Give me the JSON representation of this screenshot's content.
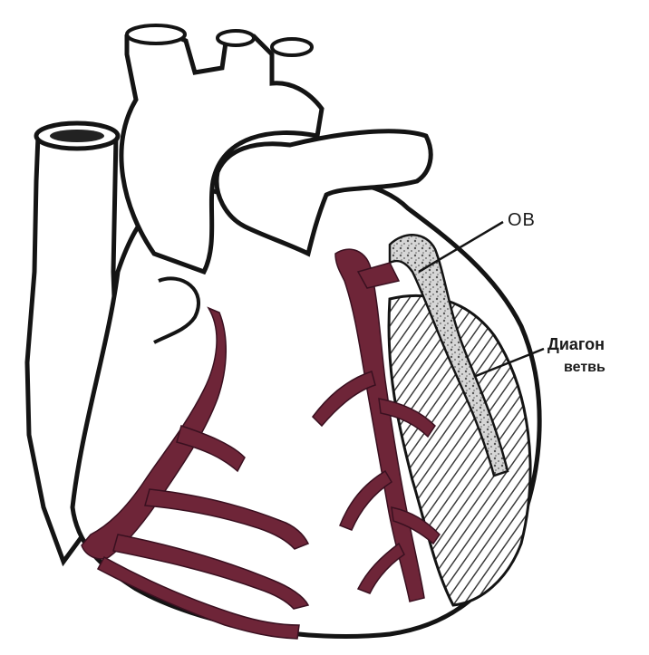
{
  "diagram": {
    "subject": "heart-anterior-view",
    "colors": {
      "outline": "#141414",
      "coronary_vessels": "#6e2538",
      "hatched_region": "#4a4a4a",
      "speckled_vessel": "#c8c8c8",
      "background": "#ffffff"
    },
    "labels": {
      "ob": "ОВ",
      "diagonal_line1": "Диагон",
      "diagonal_line2": "ветвь"
    }
  }
}
